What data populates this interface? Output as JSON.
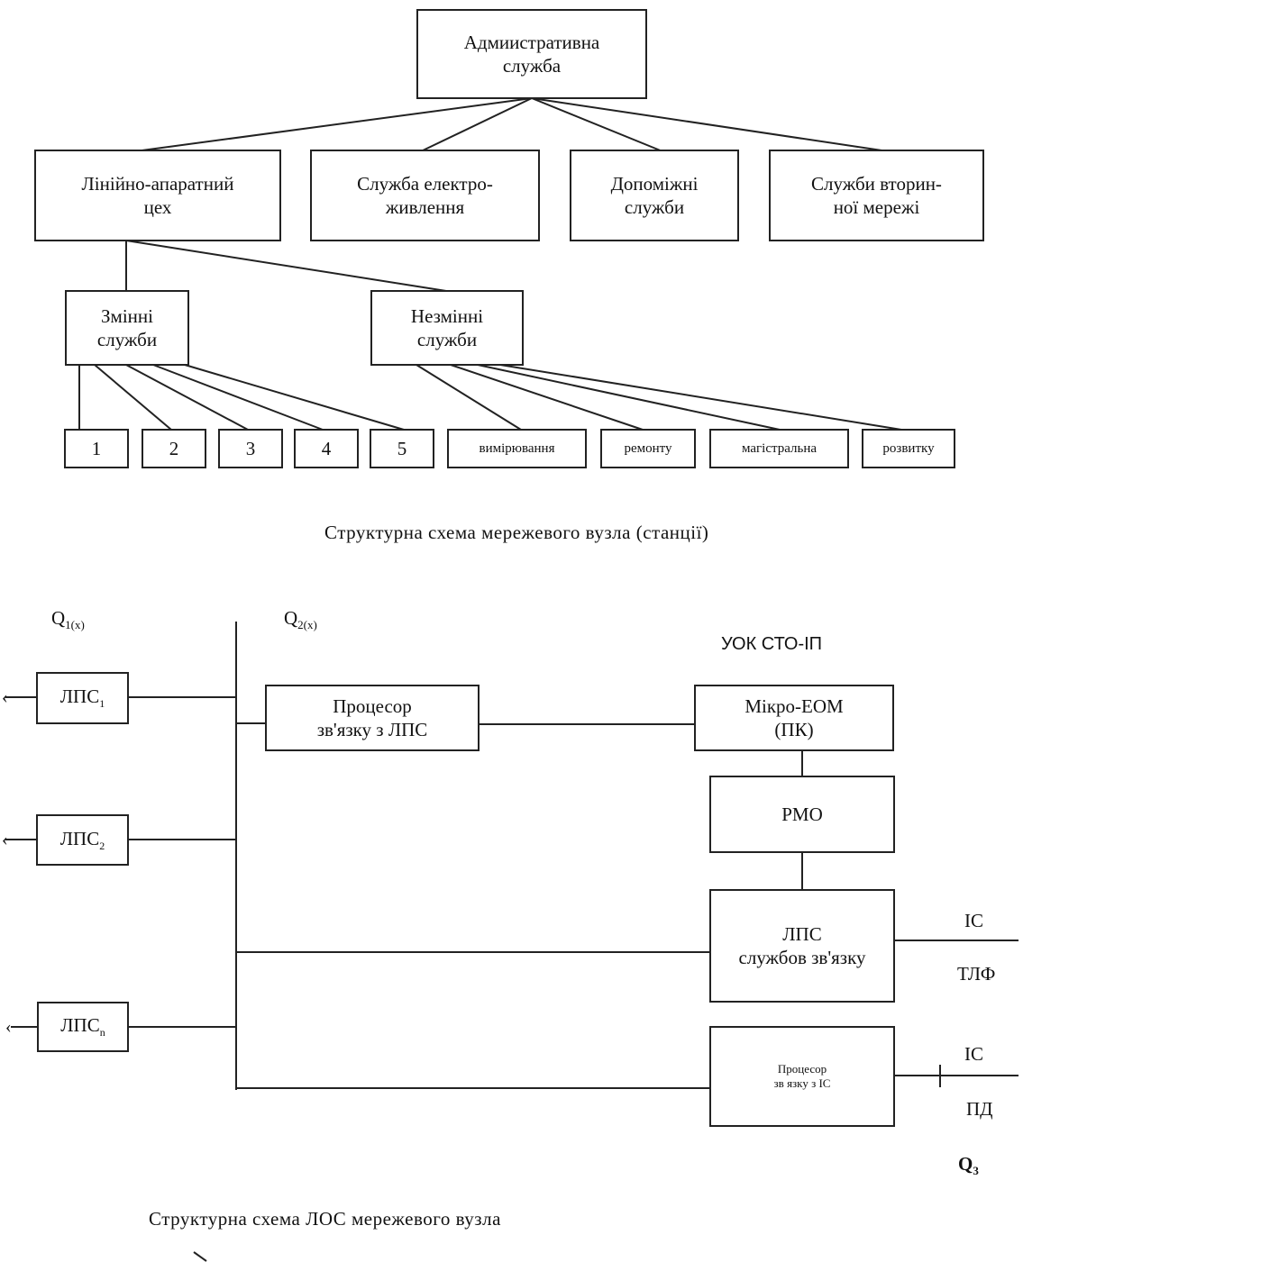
{
  "diagram1": {
    "root": [
      "Адмиистративна",
      "служба"
    ],
    "level1": [
      [
        "Лінійно-апаратний",
        "цех"
      ],
      [
        "Служба електро-",
        "живлення"
      ],
      [
        "Допомiжні",
        "служби"
      ],
      [
        "Служби вторин-",
        "ної мережі"
      ]
    ],
    "level2": [
      [
        "Змінні",
        "служби"
      ],
      [
        "Незмінні",
        "служби"
      ]
    ],
    "leaves": [
      "1",
      "2",
      "3",
      "4",
      "5",
      "вимірювання",
      "ремонту",
      "магістральна",
      "розвитку"
    ],
    "caption": "Структурна схема мережевого вузла (станції)"
  },
  "diagram2": {
    "q1": "Q",
    "q1_sub": "1(x)",
    "q2": "Q",
    "q2_sub": "2(x)",
    "uok": "УОК  СТО-IП",
    "lps": [
      {
        "base": "ЛПС",
        "sub": "1"
      },
      {
        "base": "ЛПС",
        "sub": "2"
      },
      {
        "base": "ЛПС",
        "sub": "n"
      }
    ],
    "processor_lps": [
      "Процесор",
      "зв'язку з ЛПС"
    ],
    "micro_eom": [
      "Мікро-ЕОМ",
      "(ПК)"
    ],
    "rmo": "РМО",
    "lps_service": [
      "ЛПС",
      "службов зв'язку"
    ],
    "processor_is": [
      "Процесор",
      "зв язку з ІС"
    ],
    "is_top": "ІС",
    "tlf": "ТЛФ",
    "is_bottom": "ІС",
    "pd": "ПД",
    "q3": "Q",
    "q3_sub": "3",
    "caption": "Структурна схема ЛОС мережевого вузла"
  }
}
